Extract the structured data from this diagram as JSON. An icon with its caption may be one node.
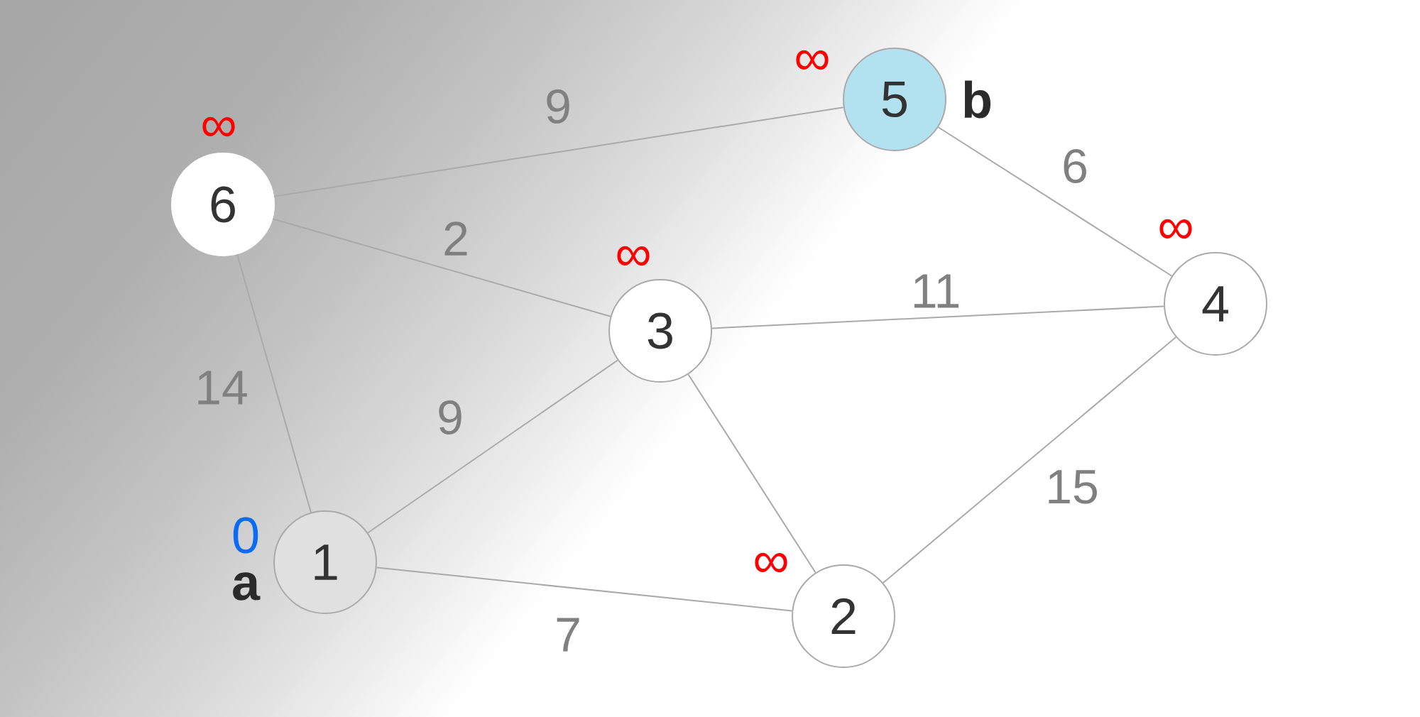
{
  "diagram": {
    "nodes": [
      {
        "text": [
          "1"
        ],
        "beside": [
          "0",
          "a"
        ]
      },
      {
        "text": [
          "2"
        ],
        "beside": [
          "∞"
        ]
      },
      {
        "text": [
          "3"
        ],
        "beside": [
          "∞"
        ]
      },
      {
        "text": [
          "4"
        ],
        "beside": [
          "∞"
        ]
      },
      {
        "text": [
          "5"
        ],
        "beside": [
          "∞",
          "b"
        ]
      },
      {
        "text": [
          "6"
        ],
        "beside": [
          "∞"
        ]
      }
    ],
    "edges": [
      {
        "from": 0,
        "to": 5,
        "arrow": "none",
        "label": "14"
      },
      {
        "from": 0,
        "to": 2,
        "arrow": "none",
        "label": "9"
      },
      {
        "from": 0,
        "to": 1,
        "arrow": "none",
        "label": "7"
      },
      {
        "from": 2,
        "to": 1,
        "arrow": "none"
      },
      {
        "from": 5,
        "to": 2,
        "arrow": "none",
        "label": "2"
      },
      {
        "from": 5,
        "to": 4,
        "arrow": "none",
        "label": "9"
      },
      {
        "from": 2,
        "to": 3,
        "arrow": "none",
        "label": "11"
      },
      {
        "from": 4,
        "to": 3,
        "arrow": "none",
        "label": "6"
      },
      {
        "from": 1,
        "to": 3,
        "arrow": "none",
        "label": "15"
      }
    ]
  }
}
